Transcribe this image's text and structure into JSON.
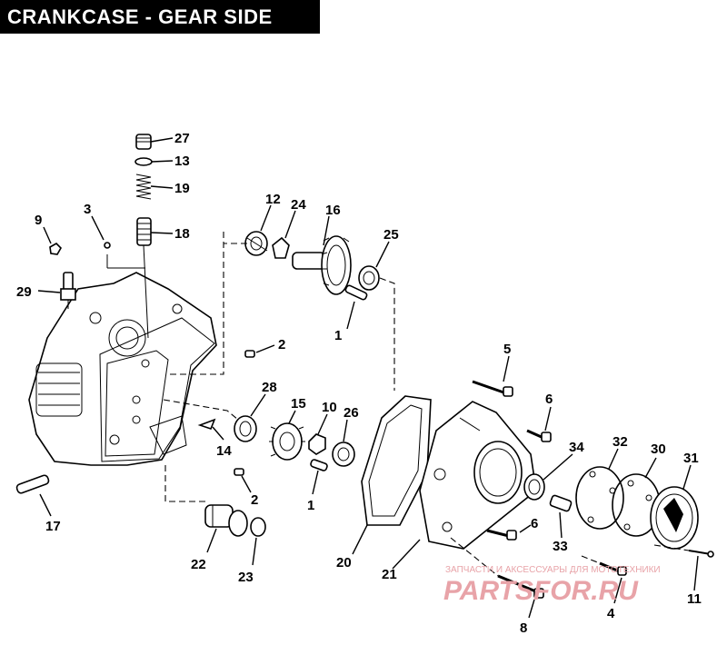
{
  "title": "CRANKCASE - GEAR SIDE",
  "labels": {
    "p27": "27",
    "p13": "13",
    "p19": "19",
    "p18": "18",
    "p3": "3",
    "p9": "9",
    "p29": "29",
    "p12": "12",
    "p24": "24",
    "p16": "16",
    "p25": "25",
    "p1a": "1",
    "p2a": "2",
    "p5": "5",
    "p6a": "6",
    "p28": "28",
    "p15": "15",
    "p10": "10",
    "p26": "26",
    "p14": "14",
    "p1b": "1",
    "p2b": "2",
    "p17": "17",
    "p22": "22",
    "p23": "23",
    "p20": "20",
    "p21": "21",
    "p34": "34",
    "p32": "32",
    "p30": "30",
    "p31": "31",
    "p33": "33",
    "p6b": "6",
    "p4": "4",
    "p8": "8",
    "p11": "11"
  },
  "watermark": {
    "line1": "ЗАПЧАСТИ И АКСЕССУАРЫ ДЛЯ МОТОТЕХНИКИ",
    "line2": "PARTSFOR.RU"
  },
  "colors": {
    "watermark": "#e8a3a8",
    "ink": "#000000"
  }
}
